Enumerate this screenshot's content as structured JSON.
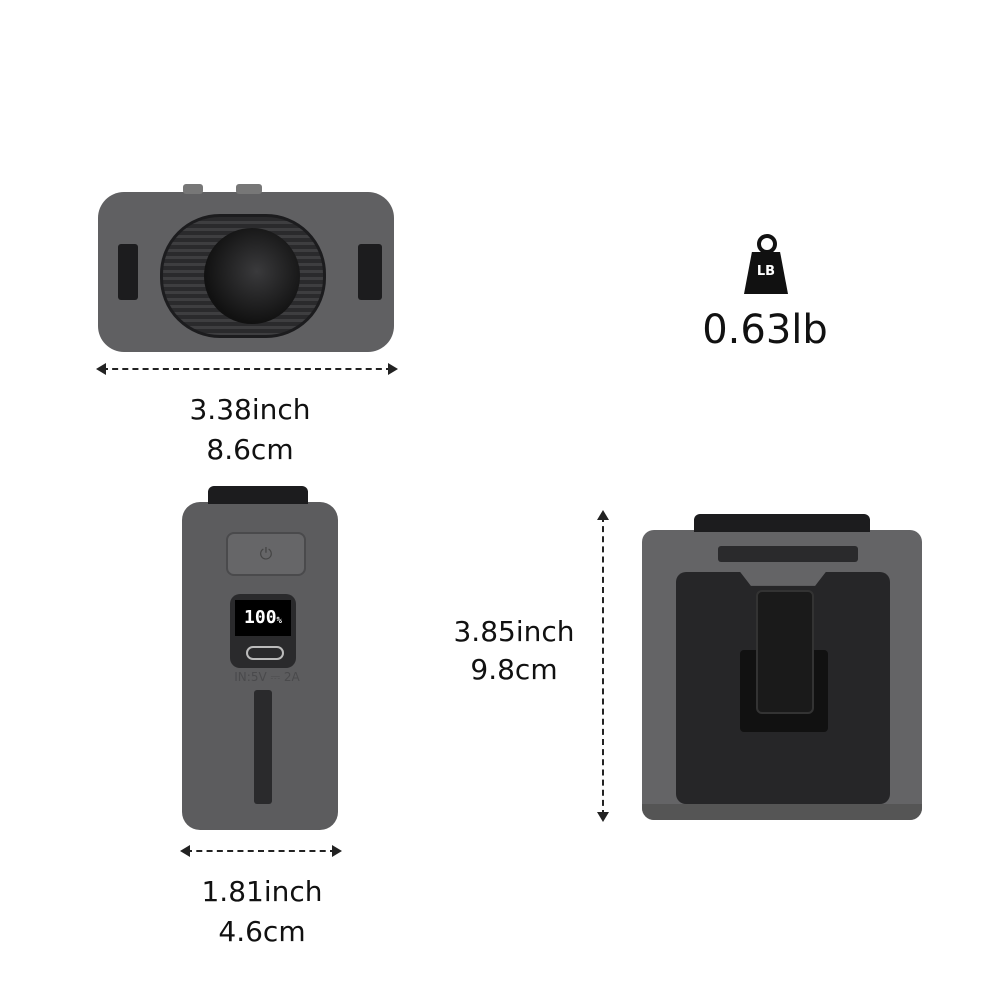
{
  "weight": {
    "icon": "weight-lb-icon",
    "badge": "LB",
    "value": "0.63lb"
  },
  "top_view": {
    "width_inch": "3.38inch",
    "width_cm": "8.6cm"
  },
  "front_view": {
    "width_inch": "1.81inch",
    "width_cm": "4.6cm",
    "display": "100",
    "display_unit": "%",
    "input_label": "IN:5V ⎓ 2A"
  },
  "side_view": {
    "height_inch": "3.85inch",
    "height_cm": "9.8cm"
  },
  "colors": {
    "body": "#5a5a5c",
    "dark": "#1c1c1e",
    "text": "#111111"
  }
}
